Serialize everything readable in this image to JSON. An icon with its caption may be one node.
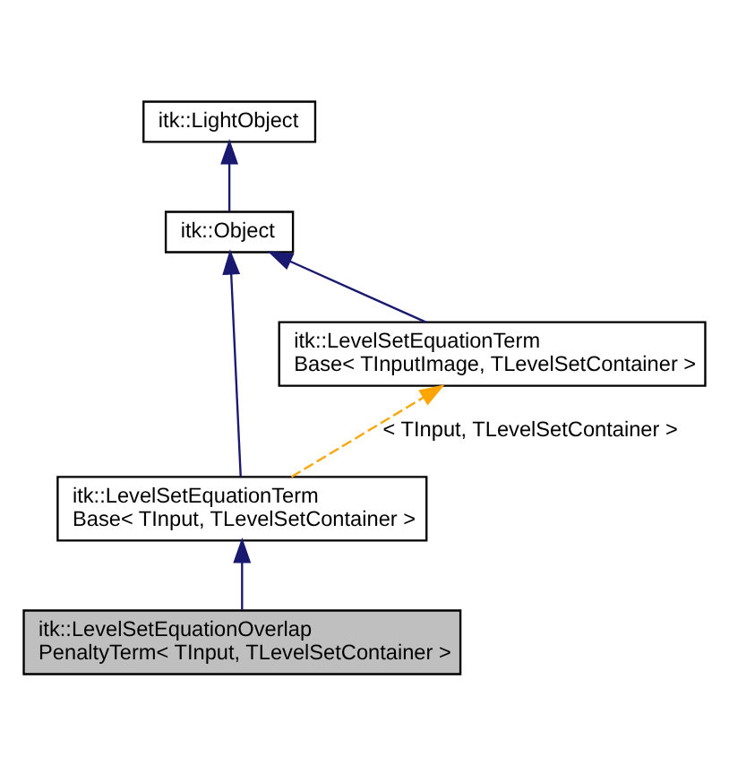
{
  "diagram": {
    "nodes": [
      {
        "text": [
          "itk::LightObject"
        ]
      },
      {
        "text": [
          "itk::Object"
        ]
      },
      {
        "text": [
          "itk::LevelSetEquationTerm Base< TInputImage, TLevelSetContainer >"
        ]
      },
      {
        "text": [
          "itk::LevelSetEquationTerm Base< TInput, TLevelSetContainer >"
        ]
      },
      {
        "text": [
          "itk::LevelSetEquationOverlap PenaltyTerm< TInput, TLevelSetContainer >"
        ]
      }
    ],
    "edges": [
      {
        "from": 1,
        "to": 0,
        "arrow": "to"
      },
      {
        "from": 2,
        "to": 1,
        "arrow": "to"
      },
      {
        "from": 3,
        "to": 1,
        "arrow": "to"
      },
      {
        "from": 3,
        "to": 2,
        "arrow": "to",
        "label": "< TInput, TLevelSetContainer >",
        "style": "dashed",
        "color": "#ffa500"
      },
      {
        "from": 4,
        "to": 3,
        "arrow": "to"
      }
    ]
  }
}
